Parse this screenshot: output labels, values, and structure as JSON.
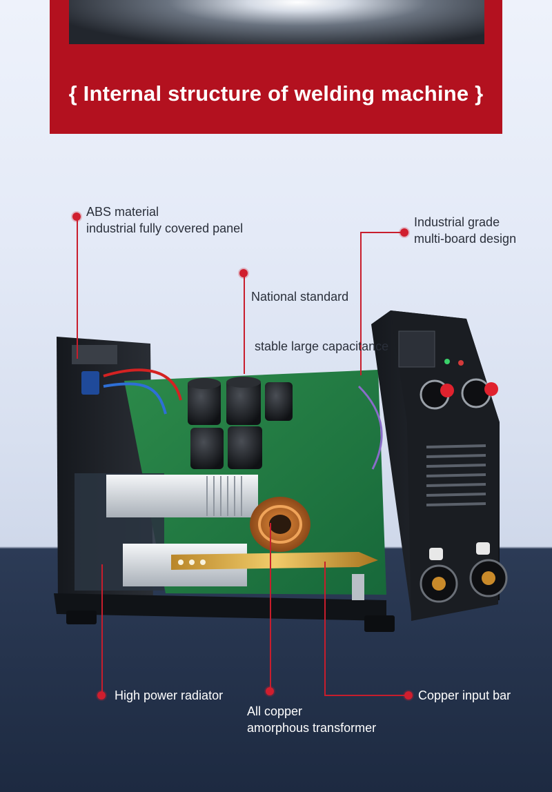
{
  "header": {
    "title": "{ Internal structure of welding machine }"
  },
  "callouts": {
    "abs_panel": {
      "line1": "ABS material",
      "line2": "industrial fully covered panel"
    },
    "capacitance": {
      "line1": "National standard",
      "line2": " stable large capacitance"
    },
    "multiboard": {
      "line1": "Industrial grade",
      "line2": "multi-board design"
    },
    "radiator": {
      "line1": "High power radiator"
    },
    "transformer": {
      "line1": "All copper",
      "line2": "amorphous transformer"
    },
    "copper_bar": {
      "line1": "Copper input bar"
    }
  },
  "colors": {
    "accent_red": "#b3111f",
    "callout_red": "#d01e2e",
    "pcb_green": "#1f7a3e"
  }
}
